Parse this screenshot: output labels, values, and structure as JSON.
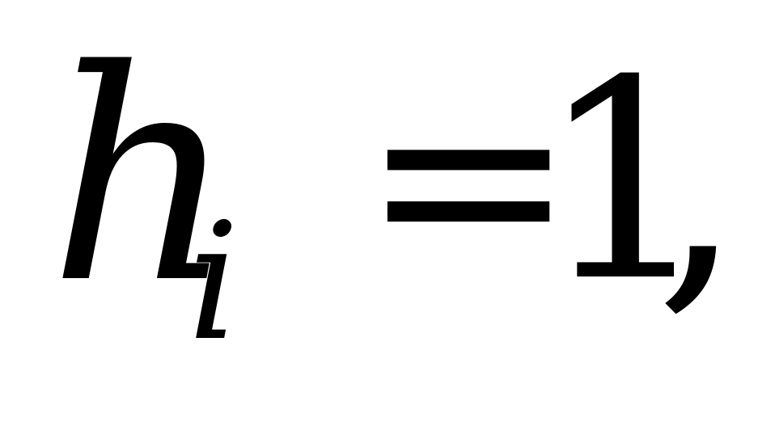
{
  "formula": {
    "variable": "h",
    "subscript": "i",
    "operator": "=",
    "value": "1",
    "punctuation": ","
  }
}
